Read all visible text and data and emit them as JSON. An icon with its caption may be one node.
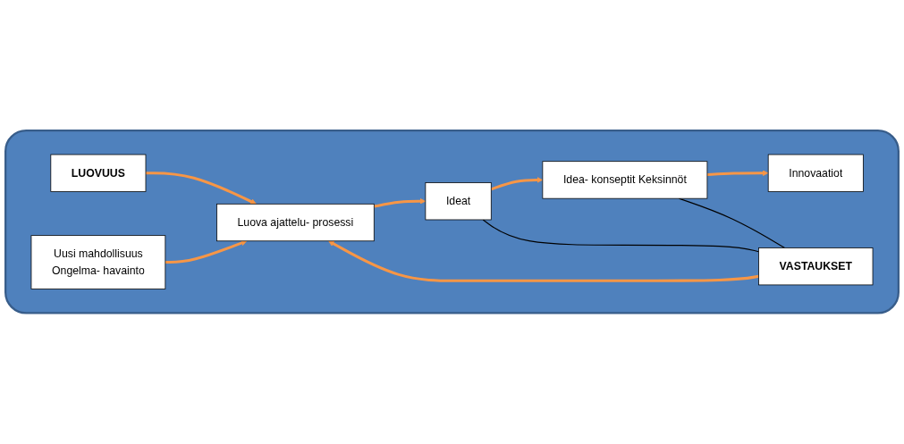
{
  "diagram": {
    "nodes": [
      {
        "text": [],
        "shape": "box"
      },
      {
        "text": [
          "LUOVUUS"
        ],
        "in": 0
      },
      {
        "text": [
          "Uusi mahdollisuus",
          "Ongelma- havainto"
        ],
        "in": 0
      },
      {
        "text": [
          "Luova ajattelu- prosessi"
        ],
        "in": 0
      },
      {
        "text": [
          "Ideat"
        ],
        "in": 0
      },
      {
        "text": [
          "Idea- konseptit Keksinnöt"
        ],
        "in": 0
      },
      {
        "text": [
          "Innovaatiot"
        ],
        "in": 0
      },
      {
        "text": [
          "VASTAUKSET"
        ],
        "in": 0
      }
    ],
    "edges": [
      {
        "from": 1,
        "to": 3,
        "arrow": "to"
      },
      {
        "from": 2,
        "to": 3,
        "arrow": "to"
      },
      {
        "from": 3,
        "to": 4,
        "arrow": "to"
      },
      {
        "from": 4,
        "to": 5,
        "arrow": "to"
      },
      {
        "from": 5,
        "to": 6,
        "arrow": "to"
      },
      {
        "from": 7,
        "to": 3,
        "arrow": "to"
      },
      {
        "from": 4,
        "to": 7,
        "arrow": "none",
        "color": "#000000"
      },
      {
        "from": 5,
        "to": 7,
        "arrow": "none",
        "color": "#000000"
      }
    ]
  }
}
